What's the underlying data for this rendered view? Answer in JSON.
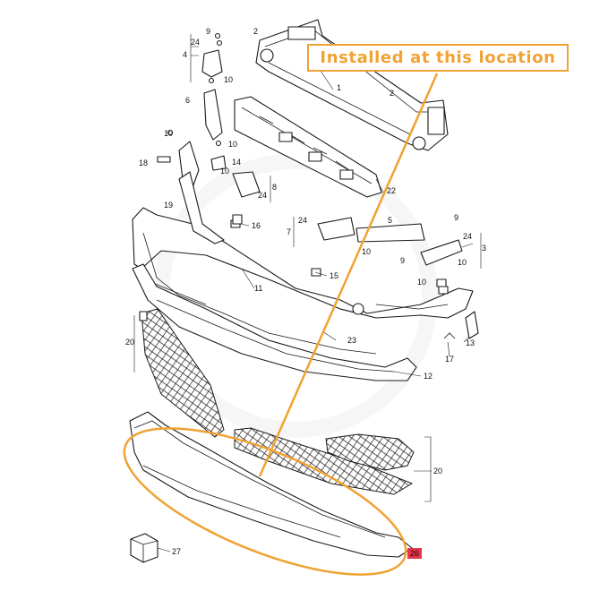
{
  "callout": {
    "text": "Installed at this location"
  },
  "highlight_label": "26",
  "callouts": [
    {
      "id": "c1",
      "text": "1"
    },
    {
      "id": "c2a",
      "text": "2"
    },
    {
      "id": "c2b",
      "text": "2"
    },
    {
      "id": "c3",
      "text": "3"
    },
    {
      "id": "c4",
      "text": "4"
    },
    {
      "id": "c5",
      "text": "5"
    },
    {
      "id": "c6",
      "text": "6"
    },
    {
      "id": "c7",
      "text": "7"
    },
    {
      "id": "c8",
      "text": "8"
    },
    {
      "id": "c9a",
      "text": "9"
    },
    {
      "id": "c9b",
      "text": "9"
    },
    {
      "id": "c9c",
      "text": "9"
    },
    {
      "id": "c10a",
      "text": "10"
    },
    {
      "id": "c10b",
      "text": "10"
    },
    {
      "id": "c10c",
      "text": "10"
    },
    {
      "id": "c10d",
      "text": "10"
    },
    {
      "id": "c10e",
      "text": "10"
    },
    {
      "id": "c10f",
      "text": "10"
    },
    {
      "id": "c10g",
      "text": "10"
    },
    {
      "id": "c11",
      "text": "11"
    },
    {
      "id": "c12",
      "text": "12"
    },
    {
      "id": "c13",
      "text": "13"
    },
    {
      "id": "c14",
      "text": "14"
    },
    {
      "id": "c15",
      "text": "15"
    },
    {
      "id": "c16",
      "text": "16"
    },
    {
      "id": "c17",
      "text": "17"
    },
    {
      "id": "c18",
      "text": "18"
    },
    {
      "id": "c19",
      "text": "19"
    },
    {
      "id": "c20a",
      "text": "20"
    },
    {
      "id": "c20b",
      "text": "20"
    },
    {
      "id": "c22",
      "text": "22"
    },
    {
      "id": "c23",
      "text": "23"
    },
    {
      "id": "c24a",
      "text": "24"
    },
    {
      "id": "c24b",
      "text": "24"
    },
    {
      "id": "c24c",
      "text": "24"
    },
    {
      "id": "c24d",
      "text": "24"
    },
    {
      "id": "c27",
      "text": "27"
    }
  ],
  "colors": {
    "accent": "#f0a233",
    "highlight_badge": "#e8344a",
    "line": "#1a1a1a"
  }
}
